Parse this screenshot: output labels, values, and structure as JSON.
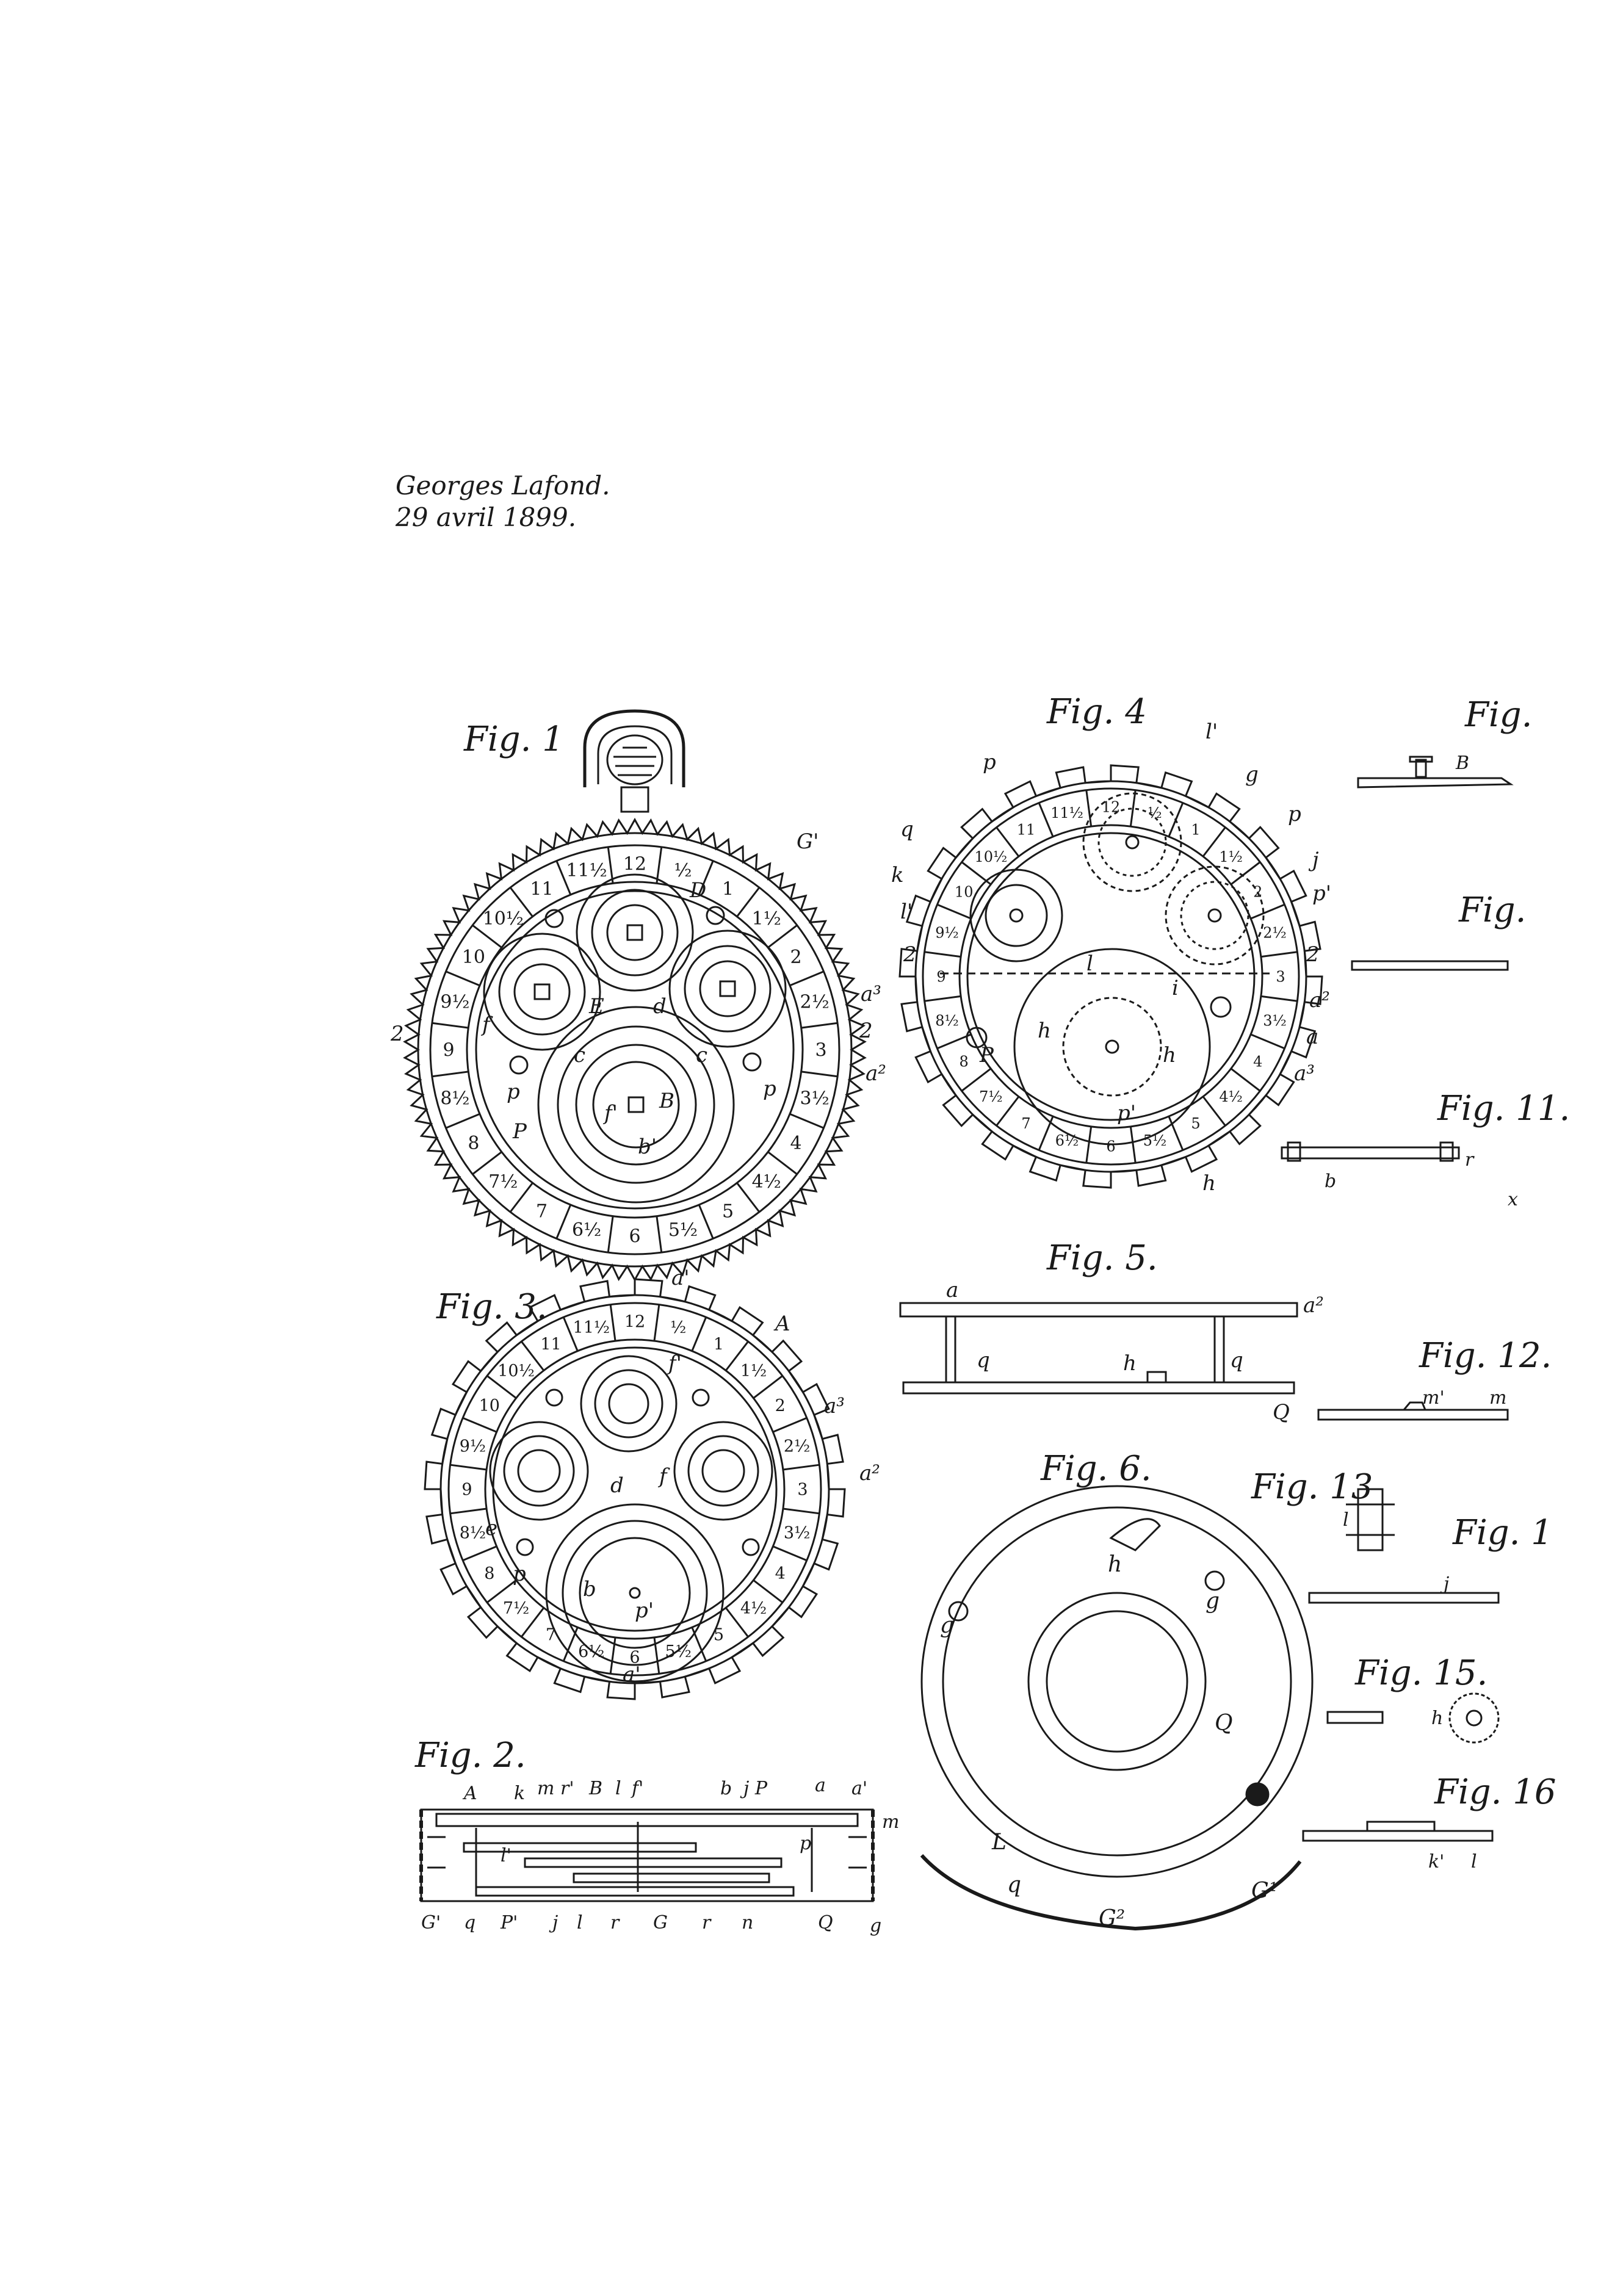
{
  "header": {
    "inventor": "Georges Lafond.",
    "date": "29 avril 1899."
  },
  "figures": {
    "fig1": {
      "label": "Fig. 1",
      "letters": [
        "G'",
        "a³",
        "a²",
        "2",
        "2",
        "P",
        "B",
        "b'",
        "f'",
        "E",
        "D",
        "d",
        "c",
        "c",
        "p",
        "p",
        "a'",
        "f"
      ]
    },
    "fig2": {
      "label": "Fig. 2.",
      "top": [
        "A",
        "k",
        "m r'",
        "B",
        "l",
        "f'",
        "b",
        "j P",
        "a",
        "a'"
      ],
      "bottom": [
        "G'",
        "q",
        "P'",
        "j",
        "l",
        "r",
        "G",
        "r",
        "n",
        "Q",
        "g"
      ],
      "side": [
        "m",
        "l'",
        "p"
      ]
    },
    "fig3": {
      "label": "Fig. 3.",
      "letters": [
        "A",
        "a³",
        "a²",
        "a'",
        "e",
        "p",
        "p'",
        "d",
        "f",
        "f'",
        "b"
      ]
    },
    "fig4": {
      "label": "Fig. 4",
      "letters": [
        "p",
        "l'",
        "g",
        "p",
        "j",
        "p'",
        "q",
        "k",
        "l'",
        "2",
        "2",
        "a²",
        "a",
        "a³",
        "P",
        "h",
        "h",
        "i",
        "p'",
        "h",
        "l"
      ]
    },
    "fig5": {
      "label": "Fig. 5.",
      "letters": [
        "a",
        "a²",
        "q",
        "h",
        "q",
        "Q"
      ]
    },
    "fig6": {
      "label": "Fig. 6.",
      "letters": [
        "h",
        "g",
        "g",
        "Q",
        "L",
        "q",
        "G²",
        "G¹"
      ]
    },
    "fig7": {
      "label": "Fig.",
      "letters": [
        "B"
      ]
    },
    "fig8": {
      "label": "Fig."
    },
    "fig11": {
      "label": "Fig. 11.",
      "letters": [
        "b",
        "r",
        "x"
      ]
    },
    "fig12": {
      "label": "Fig. 12.",
      "letters": [
        "m'",
        "m"
      ]
    },
    "fig13": {
      "label": "Fig. 13",
      "letters": [
        "l"
      ]
    },
    "fig14": {
      "label": "Fig. 1",
      "letters": [
        "j"
      ]
    },
    "fig15": {
      "label": "Fig. 15.",
      "letters": [
        "h"
      ]
    },
    "fig16": {
      "label": "Fig. 16",
      "letters": [
        "k'",
        "l"
      ]
    }
  },
  "dial_numbers": [
    "6",
    "6½",
    "7",
    "7½",
    "8",
    "8½",
    "9",
    "9½",
    "10",
    "10½",
    "11",
    "11½",
    "12",
    "½",
    "1",
    "1½",
    "2",
    "2½",
    "3",
    "3½",
    "4",
    "4½",
    "5",
    "5½"
  ]
}
